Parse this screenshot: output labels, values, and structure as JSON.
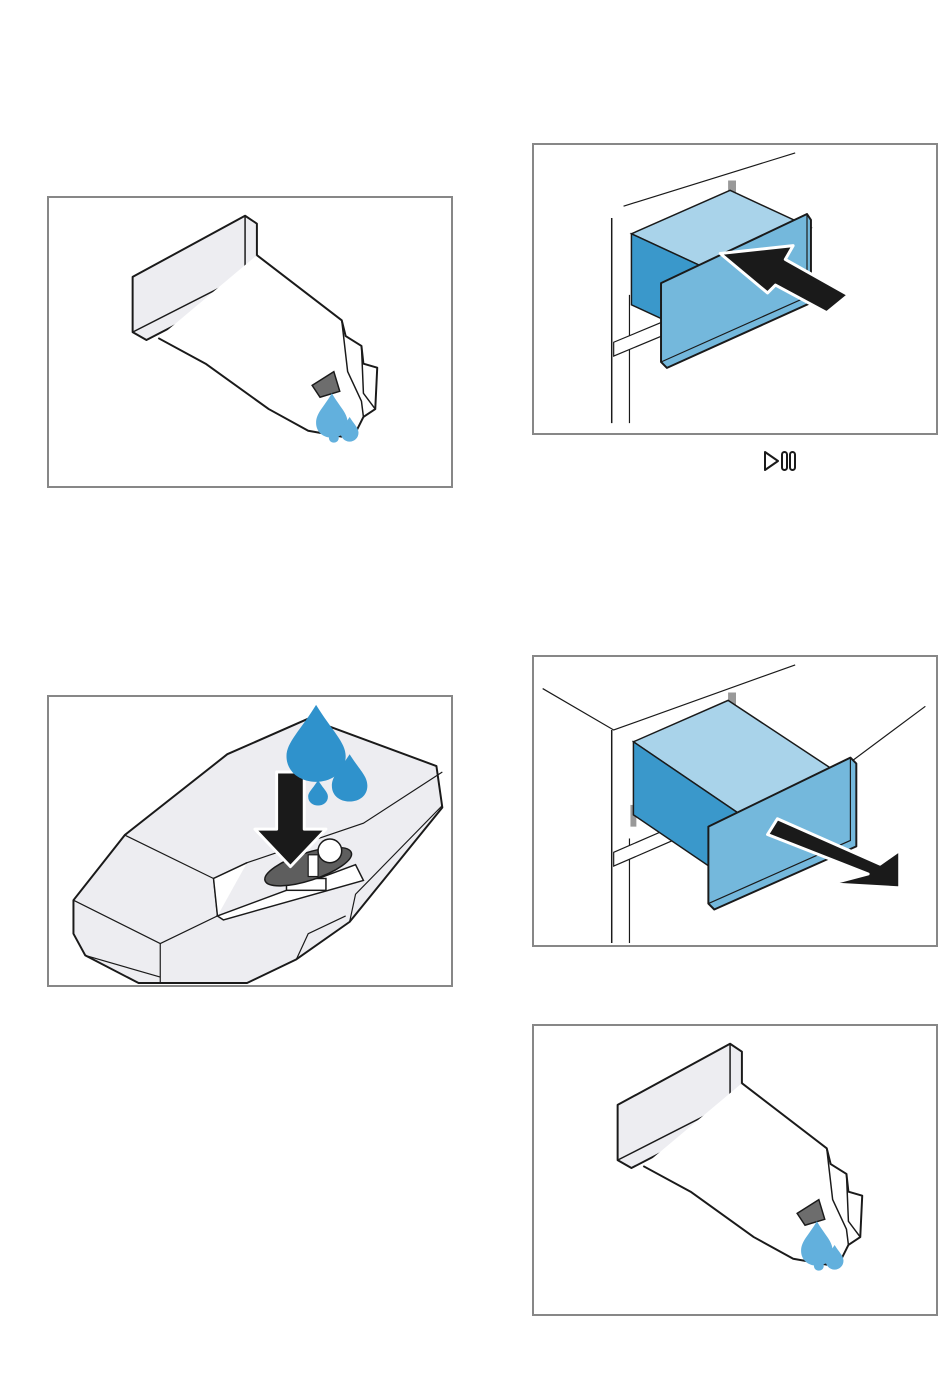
{
  "panels": [
    {
      "id": "panel-1",
      "depicts": "detergent-drawer-insert-dripping"
    },
    {
      "id": "panel-2",
      "depicts": "push-drawer-closed"
    },
    {
      "id": "panel-3",
      "depicts": "fill-water-into-insert"
    },
    {
      "id": "panel-4",
      "depicts": "pull-drawer-open"
    },
    {
      "id": "panel-5",
      "depicts": "detergent-drawer-insert-dripping"
    }
  ],
  "icons": {
    "start_pause": "start-pause-icon"
  },
  "colors": {
    "drawer_light": "#a9d3ea",
    "drawer_mid": "#74b8dc",
    "drawer_dark": "#3a98cb",
    "water": "#2f92cc",
    "water_light": "#62b0dd",
    "arrow": "#1a1a1a",
    "line": "#1a1a1a",
    "grey_fill": "#ededf1",
    "frame": "#878787"
  }
}
